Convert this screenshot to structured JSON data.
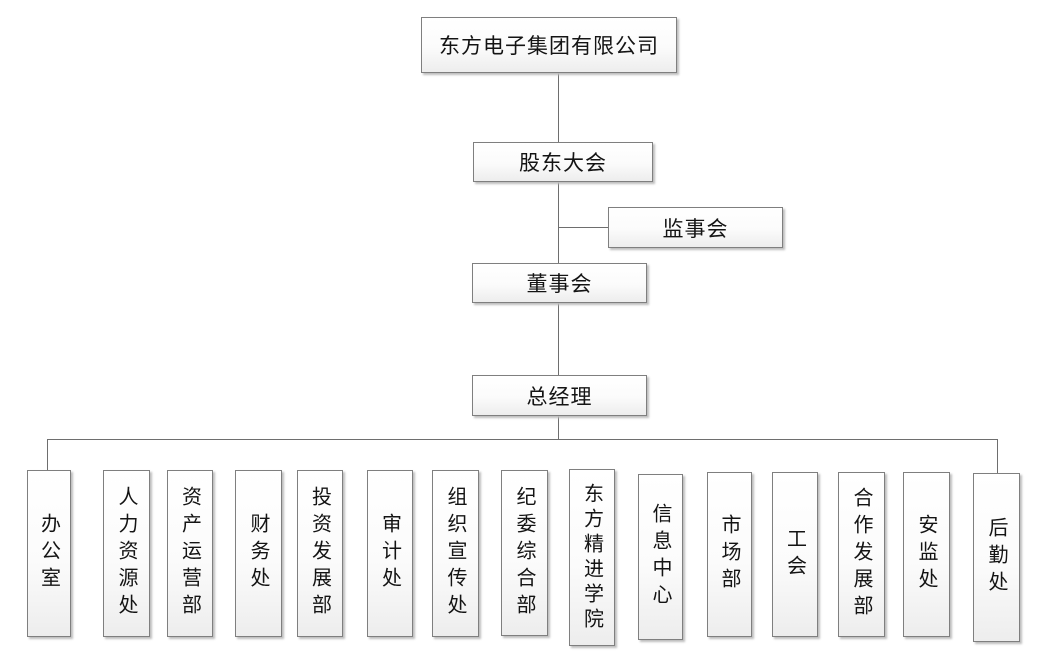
{
  "org_chart": {
    "type": "org-tree",
    "root": "东方电子集团有限公司",
    "chain": [
      {
        "label": "股东大会"
      },
      {
        "label": "董事会"
      },
      {
        "label": "总经理"
      }
    ],
    "side_branch": {
      "label": "监事会",
      "attached_between": [
        "股东大会",
        "董事会"
      ]
    },
    "departments": [
      "办公室",
      "人力资源处",
      "资产运营部",
      "财务处",
      "投资发展部",
      "审计处",
      "组织宣传处",
      "纪委综合部",
      "东方精进学院",
      "信息中心",
      "市场部",
      "工会",
      "合作发展部",
      "安监处",
      "后勤处"
    ]
  },
  "colors": {
    "background": "#ffffff",
    "box_border": "#7f7f7f",
    "box_fill_top": "#ffffff",
    "box_fill_bottom": "#ededed",
    "box_shadow": "#bdbdbd",
    "connector_line": "#6e6e6e",
    "text": "#141414"
  }
}
